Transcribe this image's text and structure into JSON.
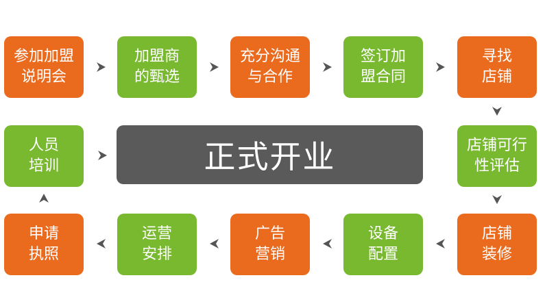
{
  "colors": {
    "orange": "#ea6a1e",
    "green": "#78b92f",
    "gray": "#5a5a5a",
    "arrow": "#555555"
  },
  "steps": [
    {
      "lines": [
        "参加加盟",
        "说明会"
      ],
      "color": "orange"
    },
    {
      "lines": [
        "加盟商",
        "的甄选"
      ],
      "color": "green"
    },
    {
      "lines": [
        "充分沟通",
        "与合作"
      ],
      "color": "orange"
    },
    {
      "lines": [
        "签订加",
        "盟合同"
      ],
      "color": "green"
    },
    {
      "lines": [
        "寻找",
        "店铺"
      ],
      "color": "orange"
    },
    {
      "lines": [
        "店铺可行",
        "性评估"
      ],
      "color": "green"
    },
    {
      "lines": [
        "店铺",
        "装修"
      ],
      "color": "orange"
    },
    {
      "lines": [
        "设备",
        "配置"
      ],
      "color": "green"
    },
    {
      "lines": [
        "广告",
        "营销"
      ],
      "color": "orange"
    },
    {
      "lines": [
        "运营",
        "安排"
      ],
      "color": "green"
    },
    {
      "lines": [
        "申请",
        "执照"
      ],
      "color": "orange"
    },
    {
      "lines": [
        "人员",
        "培训"
      ],
      "color": "green"
    }
  ],
  "center": {
    "label": "正式开业"
  },
  "arrows": [
    "right",
    "right",
    "right",
    "right",
    "down",
    "down",
    "left",
    "left",
    "left",
    "left",
    "up",
    "right"
  ]
}
